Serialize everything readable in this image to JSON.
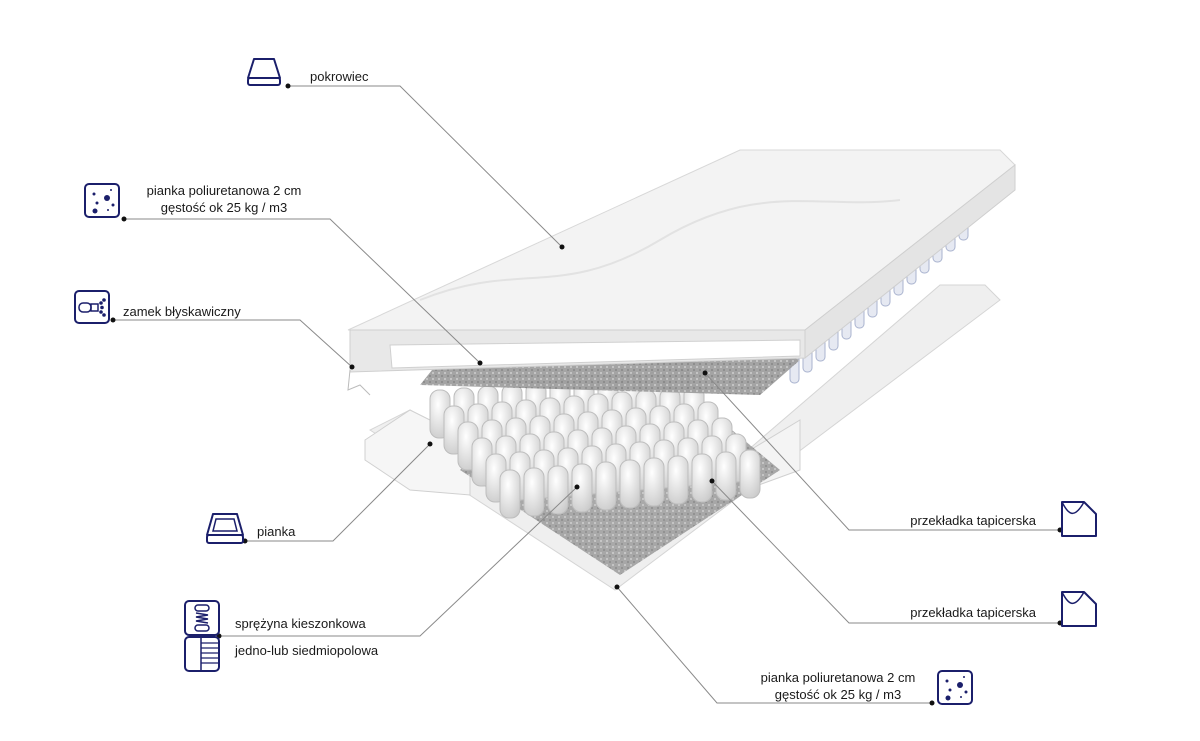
{
  "labels": {
    "cover": "pokrowiec",
    "foam_top_line1": "pianka poliuretanowa 2 cm",
    "foam_top_line2": "gęstość ok 25 kg / m3",
    "zipper": "zamek błyskawiczny",
    "foam_frame": "pianka",
    "spring_line1": "sprężyna kieszonkowa",
    "spring_line2": "jedno-lub siedmiopolowa",
    "padding_1": "przekładka tapicerska",
    "padding_2": "przekładka tapicerska",
    "foam_bottom_line1": "pianka poliuretanowa 2 cm",
    "foam_bottom_line2": "gęstość ok 25 kg / m3"
  },
  "colors": {
    "icon": "#1b1f6b",
    "leader": "#8a8a8a"
  }
}
